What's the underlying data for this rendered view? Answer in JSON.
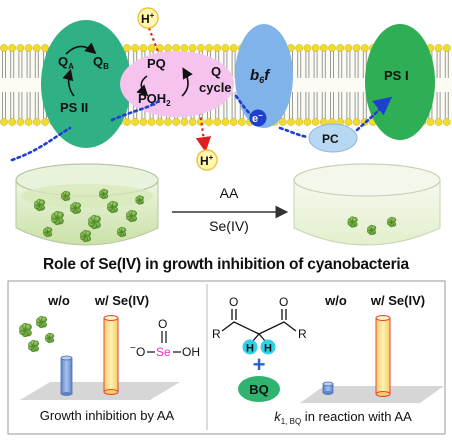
{
  "membrane": {
    "ps2": {
      "qa_base": "Q",
      "qa_sub": "A",
      "qb_base": "Q",
      "qb_sub": "B",
      "label": "PS II"
    },
    "pq_pool": {
      "pq": "PQ",
      "pqh2_base": "PQH",
      "pqh2_sub": "2",
      "q_cycle_line1": "Q",
      "q_cycle_line2": "cycle"
    },
    "b6f": {
      "base": "b",
      "sub": "6",
      "tail": "f"
    },
    "electron": {
      "base": "e",
      "sup": "−"
    },
    "pc": "PC",
    "ps1": "PS I",
    "proton_top": {
      "base": "H",
      "sup": "+"
    },
    "proton_bottom": {
      "base": "H",
      "sup": "+"
    }
  },
  "reaction": {
    "reagent_top": "AA",
    "reagent_bottom": "Se(IV)"
  },
  "title": "Role of Se(IV) in growth inhibition of cyanobacteria",
  "left_panel": {
    "wo_label": "w/o",
    "w_label": "w/ Se(IV)",
    "selenite": {
      "minus": "−",
      "o_left": "O",
      "se": "Se",
      "o_top": "O",
      "oh": "OH"
    },
    "caption": "Growth inhibition by AA"
  },
  "right_panel": {
    "diketone": {
      "o1": "O",
      "o2": "O",
      "r1": "R",
      "r2": "R",
      "h1": "H",
      "h2": "H"
    },
    "plus": "+",
    "bq": "BQ",
    "wo_label": "w/o",
    "w_label": "w/ Se(IV)",
    "caption_k": "k",
    "caption_sub": "1, BQ",
    "caption_tail": " in reaction with AA"
  },
  "colors": {
    "ps2": "#2fb085",
    "pq_pool": "#f6c3ef",
    "b6f": "#7fb3ea",
    "ps1": "#2eae55",
    "pc": "#b7d7f3",
    "bq": "#2fb36f",
    "electron_path": "#1f3fcf",
    "proton_path": "#e02020",
    "selenium": "#ee2bd0",
    "hydrogen": "#2fd1e6",
    "bar_blue": "#7a9fd8",
    "bar_yellow": "#fbe28d",
    "bar_red_outline": "#e8443a"
  }
}
